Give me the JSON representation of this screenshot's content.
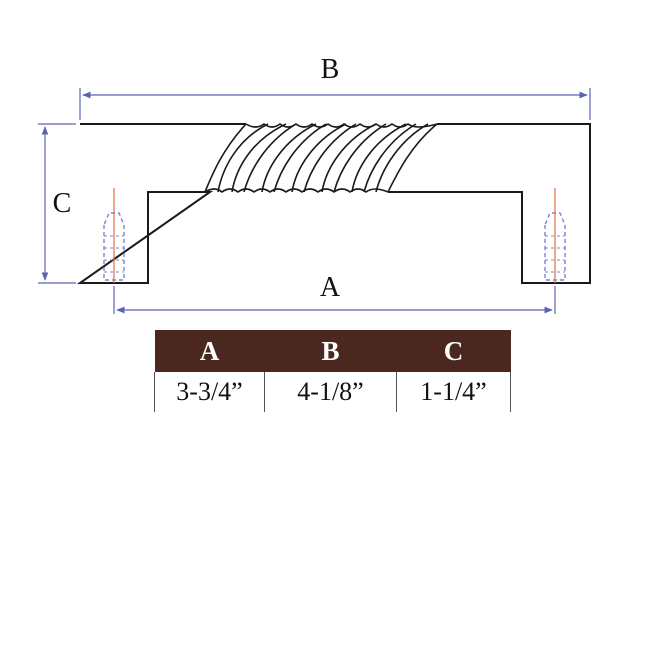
{
  "diagram": {
    "labels": {
      "a": "A",
      "b": "B",
      "c": "C"
    },
    "colors": {
      "outline": "#1a1a1a",
      "dimension": "#5a63b5",
      "screw_axis": "#e07040",
      "screw_hidden": "#7a86d0"
    }
  },
  "table": {
    "header_color": "#4a2820",
    "headers": [
      "A",
      "B",
      "C"
    ],
    "rows": [
      [
        "3-3/4”",
        "4-1/8”",
        "1-1/4”"
      ]
    ]
  }
}
